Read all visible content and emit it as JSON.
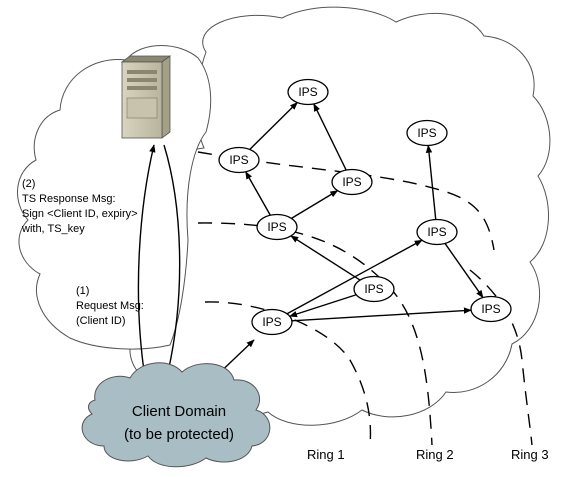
{
  "nodes": [
    {
      "id": "n1",
      "label": "IPS"
    },
    {
      "id": "n2",
      "label": "IPS"
    },
    {
      "id": "n3",
      "label": "IPS"
    },
    {
      "id": "n4",
      "label": "IPS"
    },
    {
      "id": "n5",
      "label": "IPS"
    },
    {
      "id": "n6",
      "label": "IPS"
    },
    {
      "id": "n7",
      "label": "IPS"
    },
    {
      "id": "n8",
      "label": "IPS"
    },
    {
      "id": "n9",
      "label": "IPS"
    }
  ],
  "arrows": [
    {
      "from": "n2",
      "to": "n1"
    },
    {
      "from": "n3",
      "to": "n1"
    },
    {
      "from": "n4",
      "to": "n2"
    },
    {
      "from": "n4",
      "to": "n3"
    },
    {
      "from": "n7",
      "to": "n4"
    },
    {
      "from": "n7",
      "to": "n8"
    },
    {
      "from": "n8",
      "to": "n6"
    },
    {
      "from": "n8",
      "to": "n9"
    },
    {
      "from": "n6",
      "to": "n5"
    },
    {
      "from": "n6",
      "to": "n9"
    }
  ],
  "annotations": {
    "response": [
      "(2)",
      "TS Response Msg:",
      "Sign <Client ID, expiry>",
      "with, TS_key"
    ],
    "request": [
      "(1)",
      "Request Msg:",
      "(Client ID)"
    ]
  },
  "client_domain": {
    "line1": "Client Domain",
    "line2": "(to be protected)"
  },
  "rings": [
    {
      "label": "Ring 1"
    },
    {
      "label": "Ring 2"
    },
    {
      "label": "Ring 3"
    }
  ]
}
